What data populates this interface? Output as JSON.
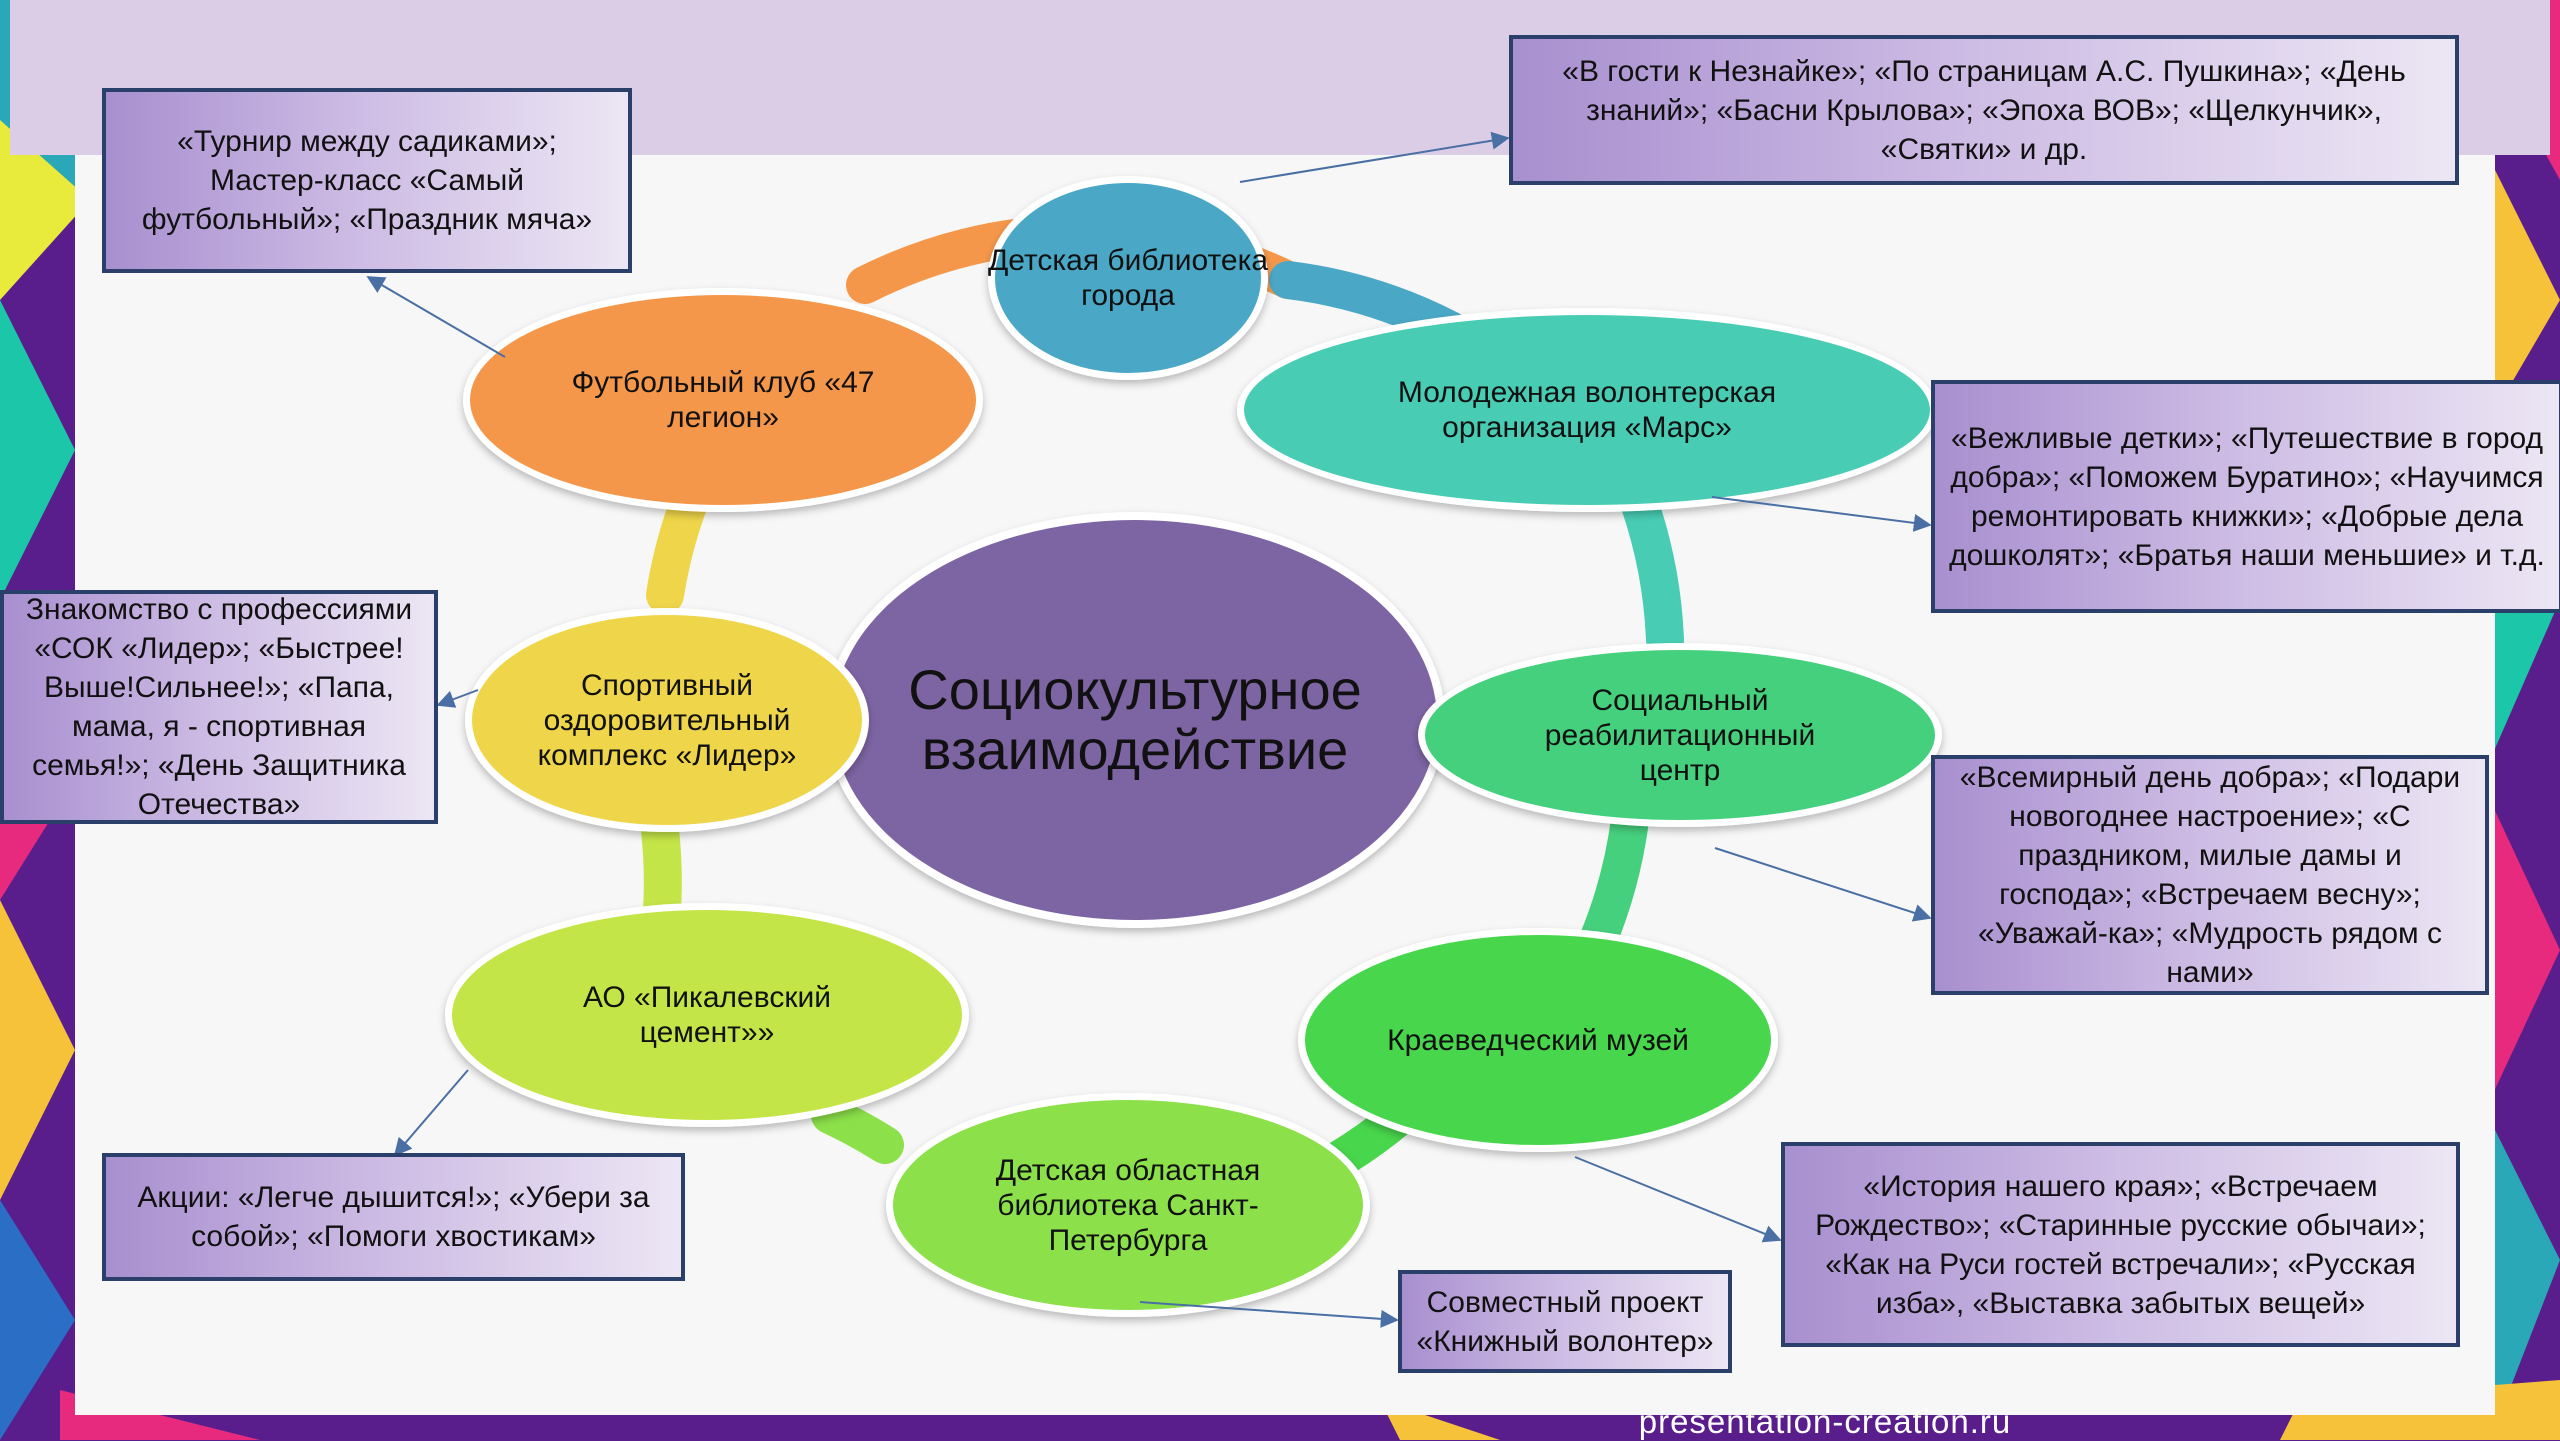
{
  "center": {
    "label": "Социокультурное взаимодействие"
  },
  "nodes": [
    {
      "id": "library-city",
      "label": "Детская библиотека города",
      "color": "#4aa8c6"
    },
    {
      "id": "mars",
      "label": "Молодежная волонтерская организация «Марс»",
      "color": "#48cdb4"
    },
    {
      "id": "rehab",
      "label": "Социальный реабилитационный центр",
      "color": "#45d07e"
    },
    {
      "id": "museum",
      "label": "Краеведческий музей",
      "color": "#48d64c"
    },
    {
      "id": "regional-library",
      "label": "Детская областная библиотека Санкт-Петербурга",
      "color": "#8ce04a"
    },
    {
      "id": "cement",
      "label": "АО «Пикалевский цемент»»",
      "color": "#c4e548"
    },
    {
      "id": "sport-complex",
      "label": "Спортивный оздоровительный комплекс «Лидер»",
      "color": "#eed54a"
    },
    {
      "id": "football",
      "label": "Футбольный клуб  «47 легион»",
      "color": "#f5974a"
    }
  ],
  "notes": {
    "library_city": "«В гости к Незнайке»; «По страницам А.С. Пушкина»; «День знаний»; «Басни Крылова»; «Эпоха ВОВ»; «Щелкунчик», «Святки» и др.",
    "football": "«Турнир между садиками»; Мастер-класс «Самый футбольный»; «Праздник мяча»",
    "mars": "«Вежливые детки»; «Путешествие в город добра»; «Поможем Буратино»; «Научимся ремонтировать книжки»; «Добрые дела дошколят»; «Братья наши меньшие» и т.д.",
    "sport_complex": "Знакомство с профессиями «СОК «Лидер»; «Быстрее! Выше!Сильнее!»; «Папа, мама, я  - спортивная семья!»; «День Защитника Отечества»",
    "rehab": "«Всемирный день добра»; «Подари новогоднее настроение»; «С праздником, милые дамы и господа»; «Встречаем весну»; «Уважай-ка»; «Мудрость рядом с нами»",
    "cement": "Акции: «Легче дышится!»; «Убери за собой»; «Помоги хвостикам»",
    "museum": "«История нашего края»; «Встречаем Рождество»; «Старинные русские обычаи»; «Как на Руси гостей встречали»; «Русская изба», «Выставка забытых вещей»",
    "regional_library": "Совместный проект «Книжный волонтер»"
  },
  "footer": {
    "site": "presentation-creation.ru"
  },
  "colors": {
    "center": "#7d64a3",
    "connector": "#4a6fa5",
    "box_border": "#2b3f6b",
    "panel": "#f7f7f7",
    "frame": "#5a1e8c"
  }
}
